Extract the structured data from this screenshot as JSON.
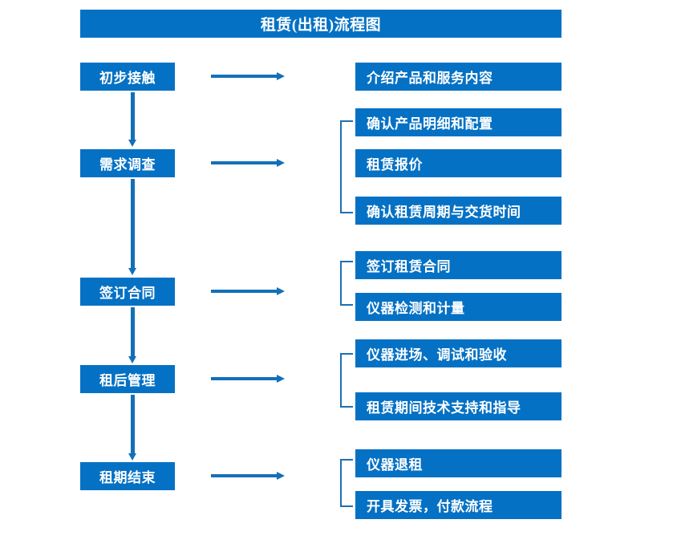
{
  "diagram": {
    "title": "租赁(出租)流程图",
    "accent_color": "#0571c4",
    "connector_color": "#1270b8",
    "bracket_color": "#1f6fb2",
    "stages": [
      {
        "label": "初步接触"
      },
      {
        "label": "需求调查"
      },
      {
        "label": "签订合同"
      },
      {
        "label": "租后管理"
      },
      {
        "label": "租期结束"
      }
    ],
    "details": [
      {
        "label": "介绍产品和服务内容"
      },
      {
        "label": "确认产品明细和配置"
      },
      {
        "label": "租赁报价"
      },
      {
        "label": "确认租赁周期与交货时间"
      },
      {
        "label": "签订租赁合同"
      },
      {
        "label": "仪器检测和计量"
      },
      {
        "label": "仪器进场、调试和验收"
      },
      {
        "label": "租赁期间技术支持和指导"
      },
      {
        "label": "仪器退租"
      },
      {
        "label": "开具发票，付款流程"
      }
    ]
  }
}
